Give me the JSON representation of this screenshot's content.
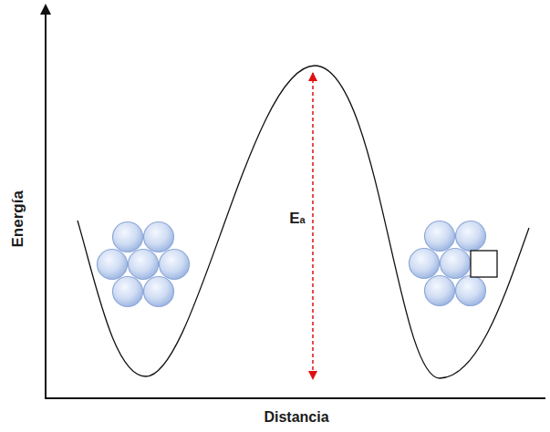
{
  "diagram": {
    "labels": [
      "Energía",
      "Ea",
      "Distancia"
    ]
  }
}
